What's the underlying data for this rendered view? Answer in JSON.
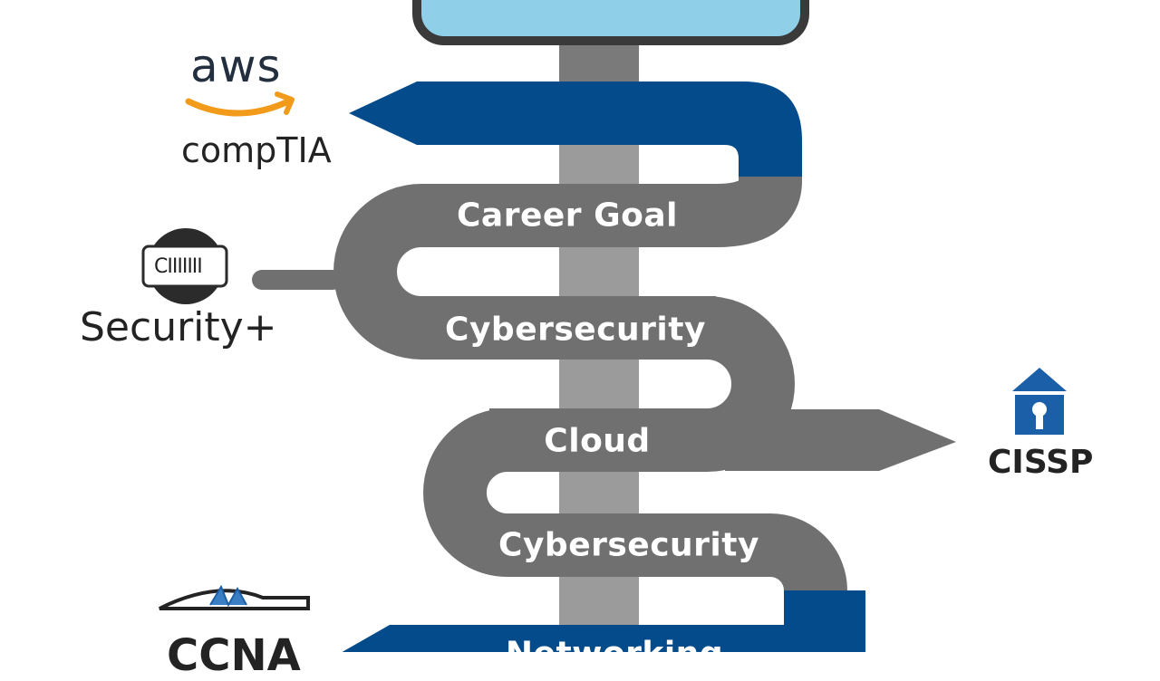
{
  "path_labels": {
    "career_goal": "Career Goal",
    "cybersecurity_upper": "Cybersecurity",
    "cloud": "Cloud",
    "cybersecurity_lower": "Cybersecurity",
    "networking": "Networking"
  },
  "certifications": {
    "aws": "aws",
    "comptia": "compTIA",
    "badge_text": "CIIIIIII",
    "security_plus": "Security+",
    "cissp": "CISSP",
    "ccna": "CCNA"
  },
  "colors": {
    "path_gray": "#707070",
    "path_blue": "#034b8a",
    "pole_gray": "#9b9b9b",
    "screen_blue": "#8fcfe8",
    "frame_dark": "#3a3a3a",
    "aws_orange": "#f29a1a",
    "cissp_blue": "#1b5fa8"
  },
  "icons": [
    "aws-smile-icon",
    "id-badge-icon",
    "bank-lock-icon",
    "cisco-bridge-icon"
  ]
}
